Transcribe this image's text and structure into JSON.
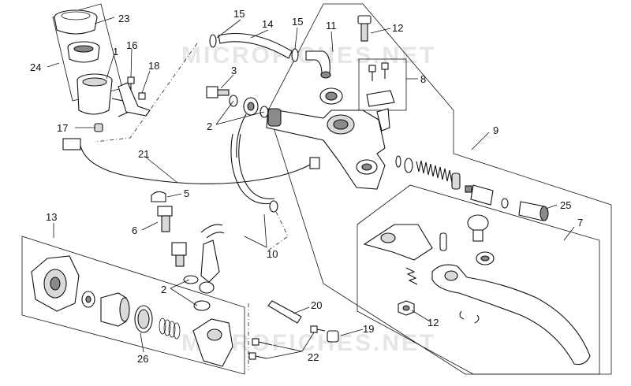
{
  "watermark": "MICROFICHES.NET",
  "callouts": {
    "n1": "1",
    "n2": "2",
    "n3": "3",
    "n5": "5",
    "n6": "6",
    "n7": "7",
    "n8": "8",
    "n9": "9",
    "n10": "10",
    "n11": "11",
    "n12": "12",
    "n13": "13",
    "n14": "14",
    "n15": "15",
    "n16": "16",
    "n17": "17",
    "n18": "18",
    "n19": "19",
    "n20": "20",
    "n21": "21",
    "n22": "22",
    "n23": "23",
    "n24": "24",
    "n25": "25",
    "n26": "26"
  }
}
